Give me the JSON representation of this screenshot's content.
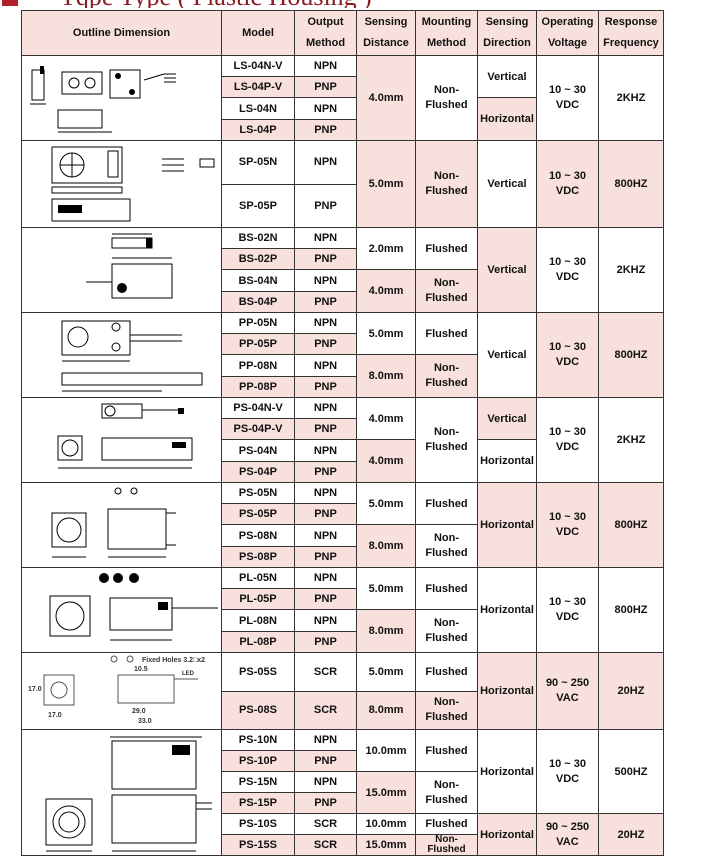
{
  "title": "Tqpe  Type ( Plastic Housing )",
  "headers": {
    "outline": "Outline Dimension",
    "model": "Model",
    "output": [
      "Output",
      "Method"
    ],
    "distance": [
      "Sensing",
      "Distance"
    ],
    "mounting": [
      "Mounting",
      "Method"
    ],
    "direction": [
      "Sensing",
      "Direction"
    ],
    "voltage": [
      "Operating",
      "Voltage"
    ],
    "frequency": [
      "Response",
      "Frequency"
    ]
  },
  "groups": [
    {
      "rows": [
        {
          "model": "LS-04N-V",
          "output": "NPN"
        },
        {
          "model": "LS-04P-V",
          "output": "PNP"
        },
        {
          "model": "LS-04N",
          "output": "NPN"
        },
        {
          "model": "LS-04P",
          "output": "PNP"
        }
      ],
      "distance": "4.0mm",
      "mounting": [
        "Non-",
        "Flushed"
      ],
      "direction_vertical": "Vertical",
      "direction_horizontal": "Horizontal",
      "voltage": [
        "10 ~ 30",
        "VDC"
      ],
      "frequency": "2KHZ"
    },
    {
      "rows": [
        {
          "model": "SP-05N",
          "output": "NPN"
        },
        {
          "model": "SP-05P",
          "output": "PNP"
        }
      ],
      "distance": "5.0mm",
      "mounting": [
        "Non-",
        "Flushed"
      ],
      "direction": "Vertical",
      "voltage": [
        "10 ~ 30",
        "VDC"
      ],
      "frequency": "800HZ"
    },
    {
      "rows": [
        {
          "model": "BS-02N",
          "output": "NPN"
        },
        {
          "model": "BS-02P",
          "output": "PNP"
        },
        {
          "model": "BS-04N",
          "output": "NPN"
        },
        {
          "model": "BS-04P",
          "output": "PNP"
        }
      ],
      "distance_a": "2.0mm",
      "distance_b": "4.0mm",
      "mounting_a": "Flushed",
      "mounting_b": [
        "Non-",
        "Flushed"
      ],
      "direction": "Vertical",
      "voltage": [
        "10 ~ 30",
        "VDC"
      ],
      "frequency": "2KHZ"
    },
    {
      "rows": [
        {
          "model": "PP-05N",
          "output": "NPN"
        },
        {
          "model": "PP-05P",
          "output": "PNP"
        },
        {
          "model": "PP-08N",
          "output": "NPN"
        },
        {
          "model": "PP-08P",
          "output": "PNP"
        }
      ],
      "distance_a": "5.0mm",
      "distance_b": "8.0mm",
      "mounting_a": "Flushed",
      "mounting_b": [
        "Non-",
        "Flushed"
      ],
      "direction": "Vertical",
      "voltage": [
        "10 ~ 30",
        "VDC"
      ],
      "frequency": "800HZ"
    },
    {
      "rows": [
        {
          "model": "PS-04N-V",
          "output": "NPN"
        },
        {
          "model": "PS-04P-V",
          "output": "PNP"
        },
        {
          "model": "PS-04N",
          "output": "NPN"
        },
        {
          "model": "PS-04P",
          "output": "PNP"
        }
      ],
      "distance_a": "4.0mm",
      "distance_b": "4.0mm",
      "mounting": [
        "Non-",
        "Flushed"
      ],
      "direction_vertical": "Vertical",
      "direction_horizontal": "Horizontal",
      "voltage": [
        "10 ~ 30",
        "VDC"
      ],
      "frequency": "2KHZ"
    },
    {
      "rows": [
        {
          "model": "PS-05N",
          "output": "NPN"
        },
        {
          "model": "PS-05P",
          "output": "PNP"
        },
        {
          "model": "PS-08N",
          "output": "NPN"
        },
        {
          "model": "PS-08P",
          "output": "PNP"
        }
      ],
      "distance_a": "5.0mm",
      "distance_b": "8.0mm",
      "mounting_a": "Flushed",
      "mounting_b": [
        "Non-",
        "Flushed"
      ],
      "direction": "Horizontal",
      "voltage": [
        "10 ~ 30",
        "VDC"
      ],
      "frequency": "800HZ"
    },
    {
      "rows": [
        {
          "model": "PL-05N",
          "output": "NPN"
        },
        {
          "model": "PL-05P",
          "output": "PNP"
        },
        {
          "model": "PL-08N",
          "output": "NPN"
        },
        {
          "model": "PL-08P",
          "output": "PNP"
        }
      ],
      "distance_a": "5.0mm",
      "distance_b": "8.0mm",
      "mounting_a": "Flushed",
      "mounting_b": [
        "Non-",
        "Flushed"
      ],
      "direction": "Horizontal",
      "voltage": [
        "10 ~ 30",
        "VDC"
      ],
      "frequency": "800HZ"
    },
    {
      "rows": [
        {
          "model": "PS-05S",
          "output": "SCR"
        },
        {
          "model": "PS-08S",
          "output": "SCR"
        }
      ],
      "distance_a": "5.0mm",
      "distance_b": "8.0mm",
      "mounting_a": "Flushed",
      "mounting_b": [
        "Non-",
        "Flushed"
      ],
      "direction": "Horizontal",
      "voltage": [
        "90 ~ 250",
        "VAC"
      ],
      "frequency": "20HZ"
    },
    {
      "rows": [
        {
          "model": "PS-10N",
          "output": "NPN"
        },
        {
          "model": "PS-10P",
          "output": "PNP"
        },
        {
          "model": "PS-15N",
          "output": "NPN"
        },
        {
          "model": "PS-15P",
          "output": "PNP"
        },
        {
          "model": "PS-10S",
          "output": "SCR"
        },
        {
          "model": "PS-15S",
          "output": "SCR"
        }
      ],
      "distance_a": "10.0mm",
      "distance_b": "15.0mm",
      "distance_c": "10.0mm",
      "distance_d": "15.0mm",
      "mounting_a": "Flushed",
      "mounting_b": [
        "Non-",
        "Flushed"
      ],
      "mounting_c": "Flushed",
      "mounting_d": [
        "Non-",
        "Flushed"
      ],
      "direction_a": "Horizontal",
      "direction_b": "Horizontal",
      "voltage_a": [
        "10 ~ 30",
        "VDC"
      ],
      "voltage_b": [
        "90 ~ 250",
        "VAC"
      ],
      "frequency_a": "500HZ",
      "frequency_b": "20HZ"
    }
  ],
  "drawing_labels": {
    "g8_fixed": "Fixed Holes 3.2□x2",
    "g8_d1": "17.0",
    "g8_d2": "17.0",
    "g8_d3": "10.5",
    "g8_d4": "29.0",
    "g8_d5": "33.0",
    "g8_led": "LED"
  },
  "colors": {
    "pink": "#f8e0dc",
    "title": "#8a1d24",
    "mark": "#b0202a"
  }
}
